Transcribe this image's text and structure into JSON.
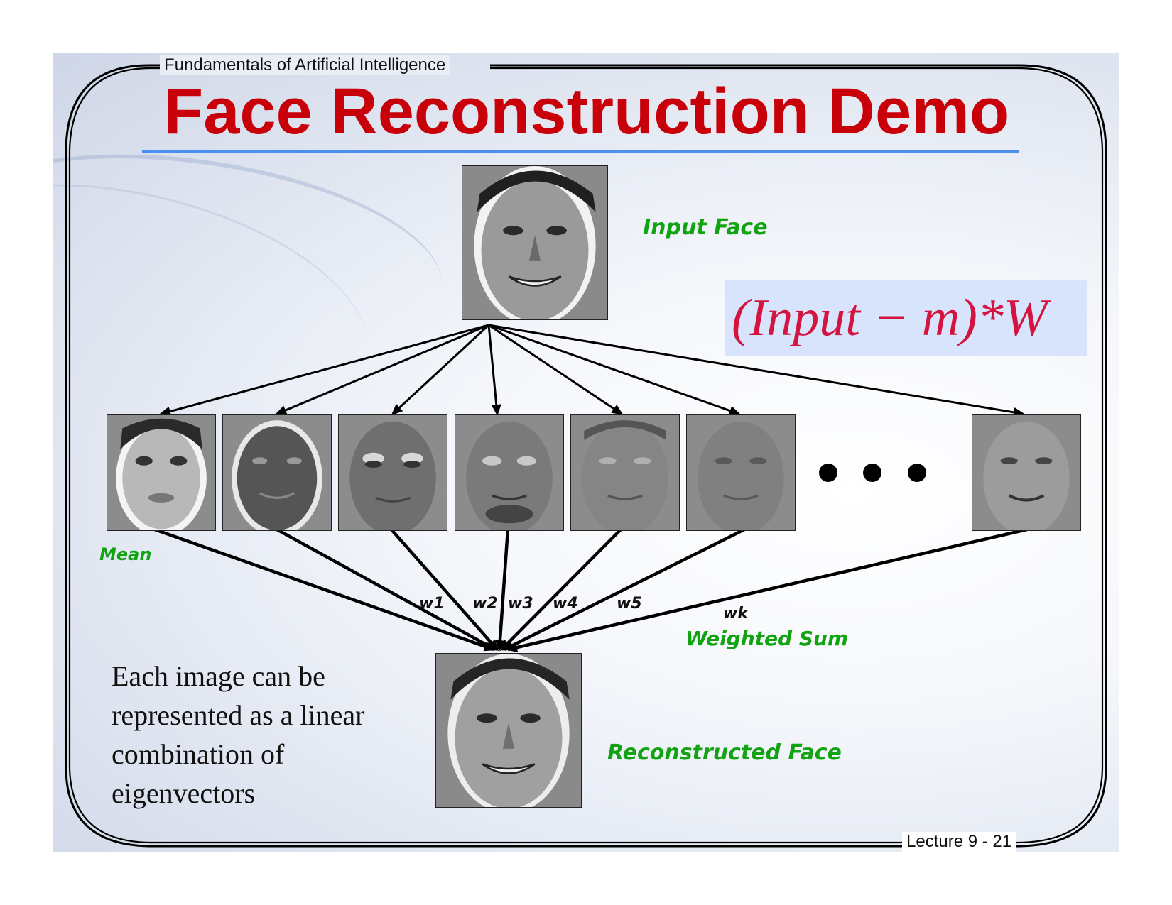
{
  "header": {
    "course": "Fundamentals of Artificial Intelligence",
    "title": "Face Reconstruction Demo"
  },
  "labels": {
    "input_face": "Input  Face",
    "mean": "Mean",
    "weighted_sum": "Weighted Sum",
    "reconstructed_face": "Reconstructed Face"
  },
  "weights": [
    "w1",
    "w2",
    "w3",
    "w4",
    "w5",
    "wk"
  ],
  "formula": "(Input − m)*W",
  "body_text": "Each image can be represented as a linear combination of eigenvectors",
  "footer": "Lecture 9 - 21",
  "colors": {
    "title": "#c8000a",
    "label_green": "#12a312",
    "formula": "#d3143f",
    "formula_bg": "#d8e4fb",
    "rule": "#4d8ff0"
  },
  "faces": [
    "input-face",
    "mean-face",
    "eigenface-1",
    "eigenface-2",
    "eigenface-3",
    "eigenface-4",
    "eigenface-5",
    "eigenface-k",
    "reconstructed-face"
  ]
}
